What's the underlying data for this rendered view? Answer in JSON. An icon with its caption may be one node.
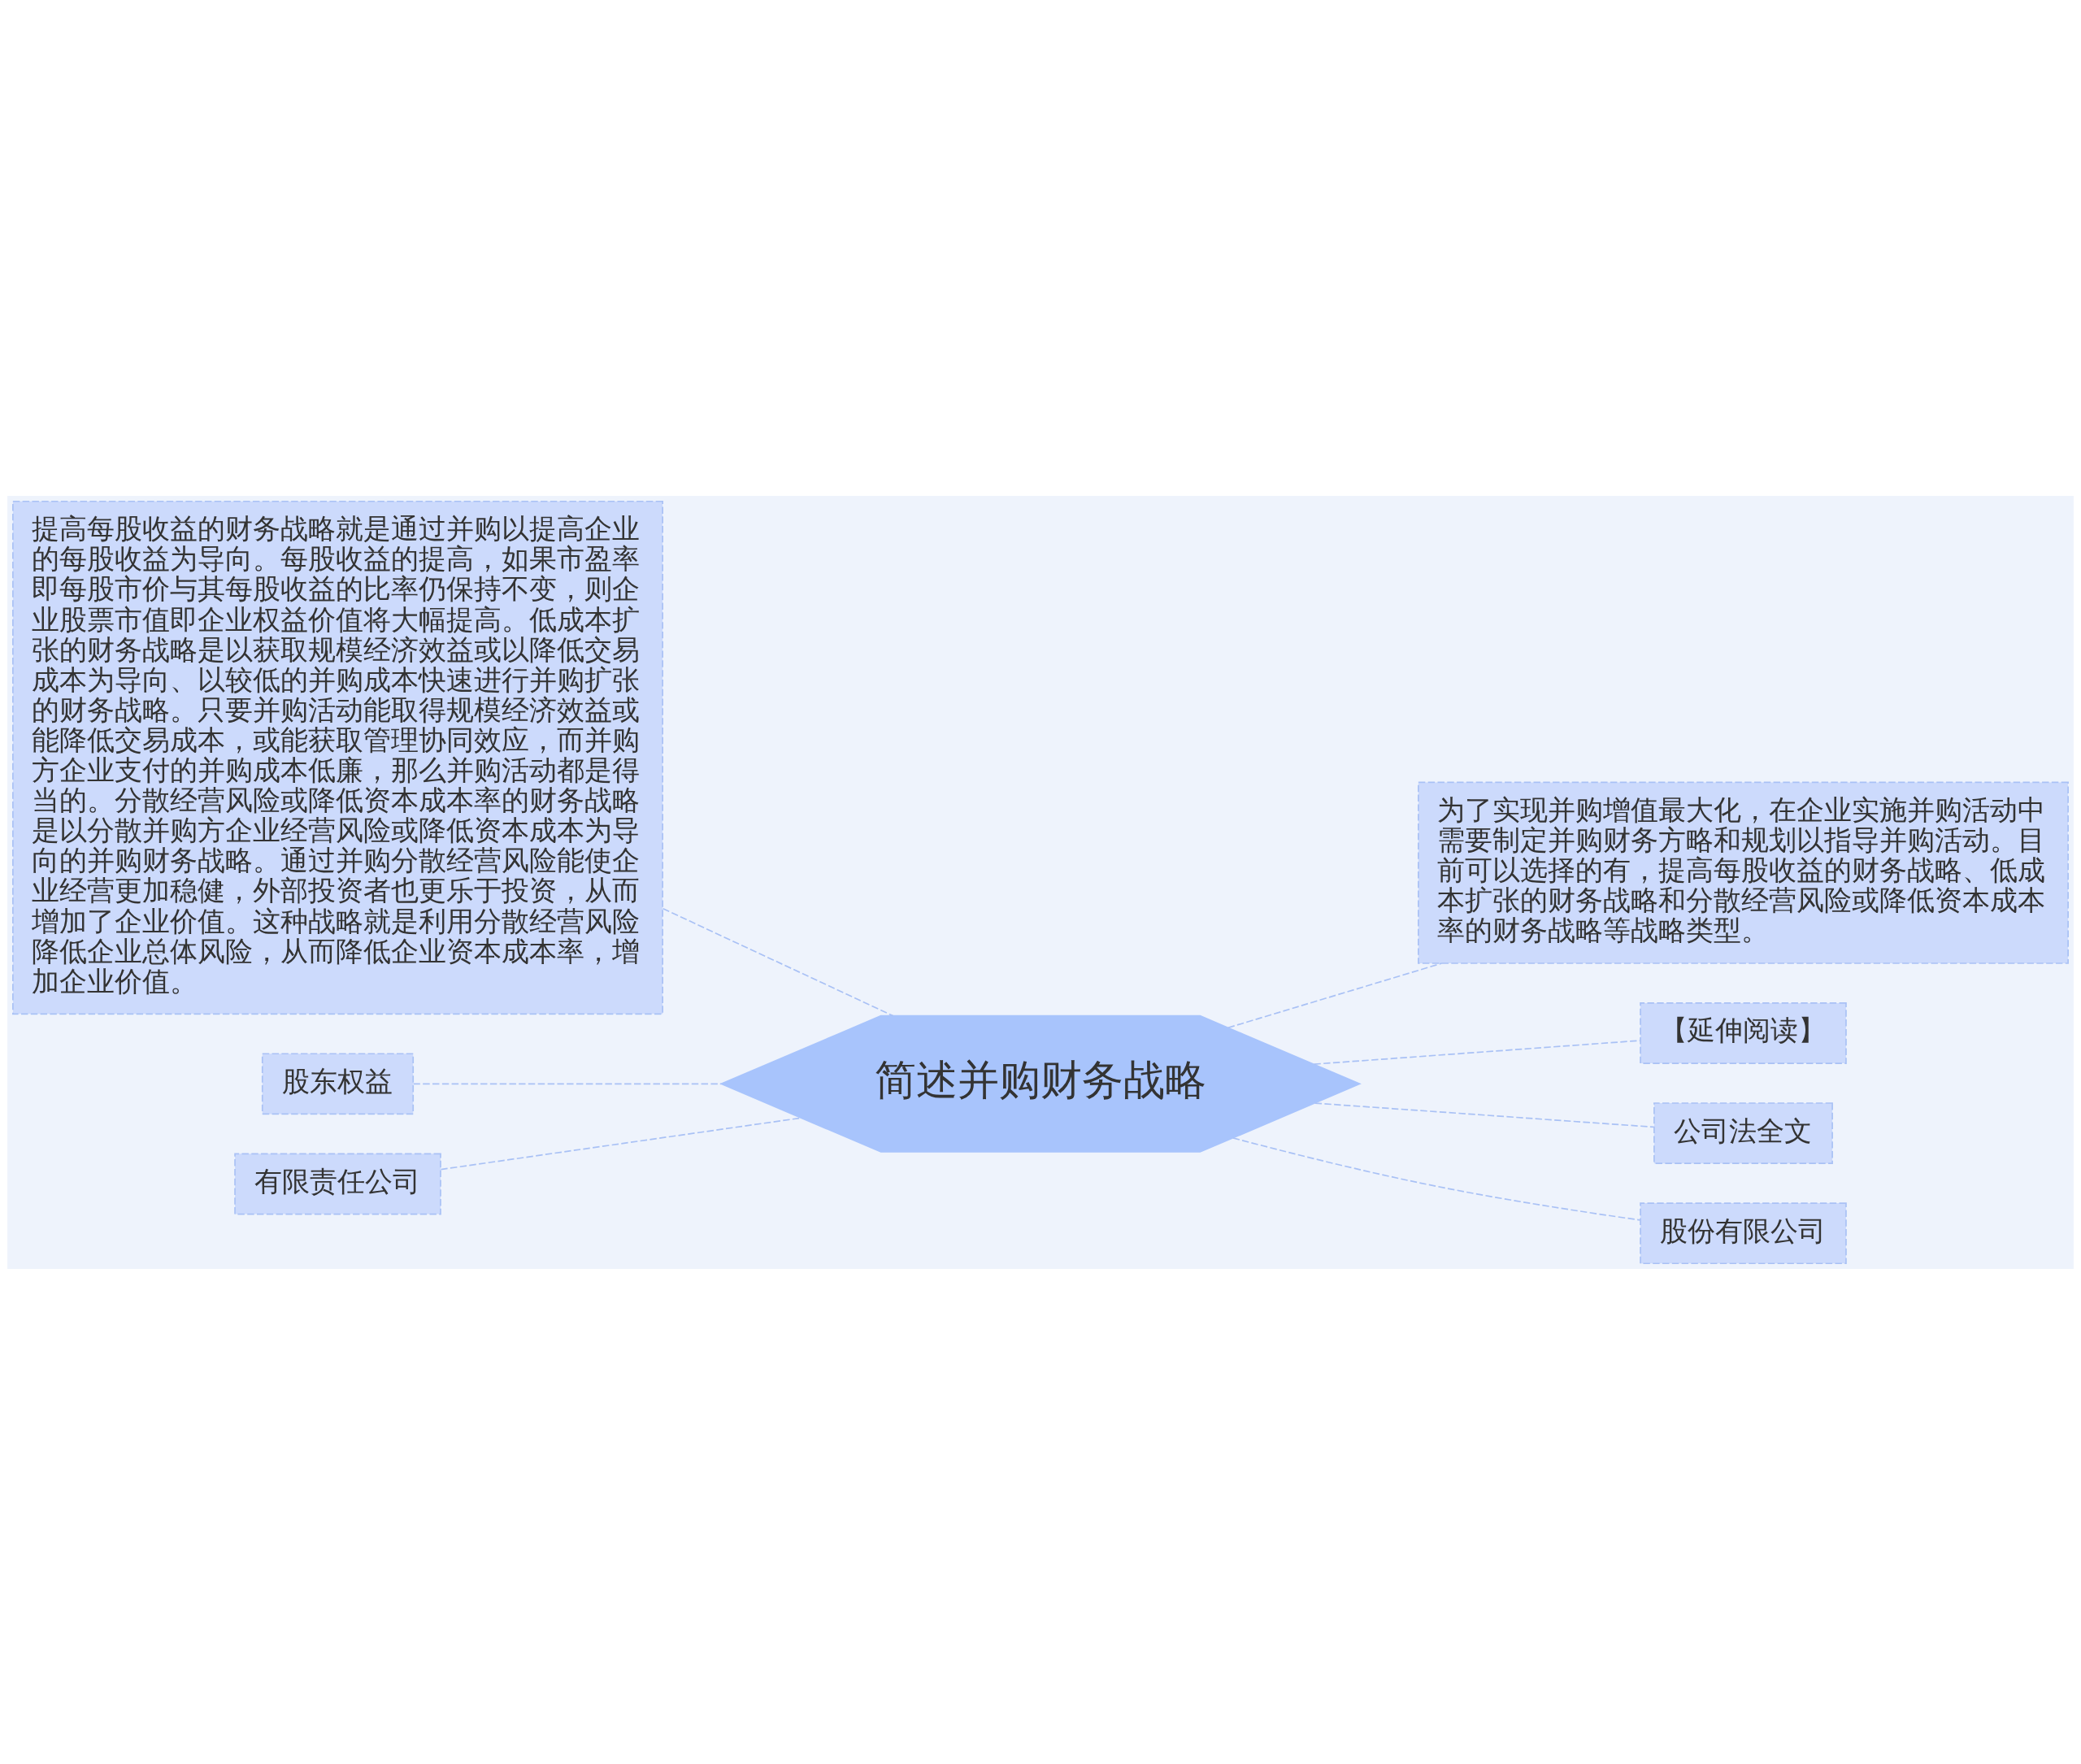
{
  "diagram": {
    "nodes": [
      {
        "text": [
          "简述并购财务战略"
        ]
      },
      {
        "text": [
          "提高每股收益的财务战略就是通过并购以提高企业的每股收益为导向。每股收益的提高，如果市盈率即每股市价与其每股收益的比率仍保持不变，则企业股票市值即企业权益价值将大幅提高。低成本扩张的财务战略是以获取规模经济效益或以降低交易成本为导向、以较低的并购成本快速进行并购扩张的财务战略。只要并购活动能取得规模经济效益或能降低交易成本，或能获取管理协同效应，而并购方企业支付的并购成本低廉，那么并购活动都是得当的。分散经营风险或降低资本成本率的财务战略是以分散并购方企业经营风险或降低资本成本为导向的并购财务战略。通过并购分散经营风险能使企业经营更加稳健，外部投资者也更乐于投资，从而增加了企业价值。这种战略就是利用分散经营风险降低企业总体风险，从而降低企业资本成本率，增加企业价值。"
        ]
      },
      {
        "text": [
          "股东权益"
        ]
      },
      {
        "text": [
          "有限责任公司"
        ]
      },
      {
        "text": [
          "为了实现并购增值最大化，在企业实施并购活动中需要制定并购财务方略和规划以指导并购活动。目前可以选择的有，提高每股收益的财务战略、低成本扩张的财务战略和分散经营风险或降低资本成本率的财务战略等战略类型。"
        ]
      },
      {
        "text": [
          "【延伸阅读】"
        ]
      },
      {
        "text": [
          "公司法全文"
        ]
      },
      {
        "text": [
          "股份有限公司"
        ]
      }
    ],
    "edges": [
      {
        "from": 1,
        "to": 0,
        "arrow": "none",
        "style": "dashed"
      },
      {
        "from": 2,
        "to": 0,
        "arrow": "none",
        "style": "dashed"
      },
      {
        "from": 3,
        "to": 0,
        "arrow": "none",
        "style": "dashed"
      },
      {
        "from": 0,
        "to": 4,
        "arrow": "none",
        "style": "dashed"
      },
      {
        "from": 0,
        "to": 5,
        "arrow": "none",
        "style": "dashed"
      },
      {
        "from": 0,
        "to": 6,
        "arrow": "none",
        "style": "dashed"
      },
      {
        "from": 0,
        "to": 7,
        "arrow": "none",
        "style": "dashed"
      }
    ]
  }
}
